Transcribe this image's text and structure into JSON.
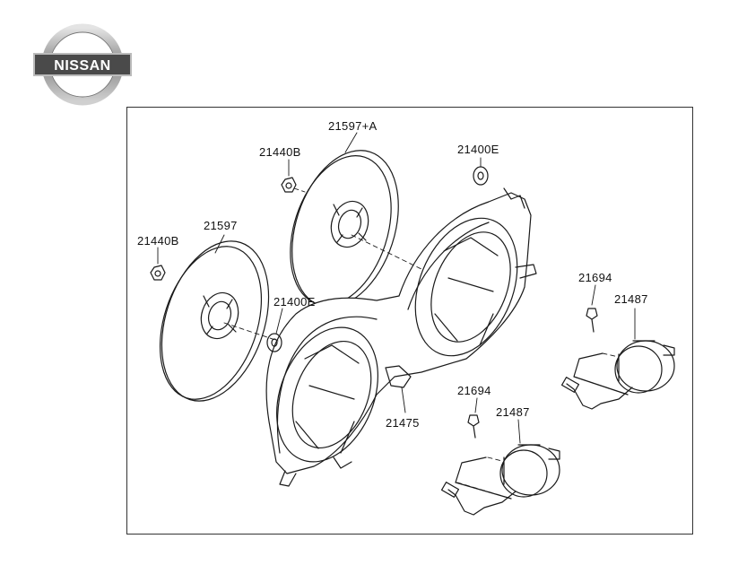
{
  "brand": {
    "name": "NISSAN",
    "colors": {
      "chrome": "#9a9a9a",
      "bar": "#2a2a2a",
      "text": "#ffffff"
    }
  },
  "labels": {
    "p21597A": "21597+A",
    "p21440B_top": "21440B",
    "p21400E_top": "21400E",
    "p21440B_left": "21440B",
    "p21597": "21597",
    "p21400E_mid": "21400E",
    "p21694_top": "21694",
    "p21487_top": "21487",
    "p21694_bot": "21694",
    "p21487_bot": "21487",
    "p21475": "21475"
  }
}
